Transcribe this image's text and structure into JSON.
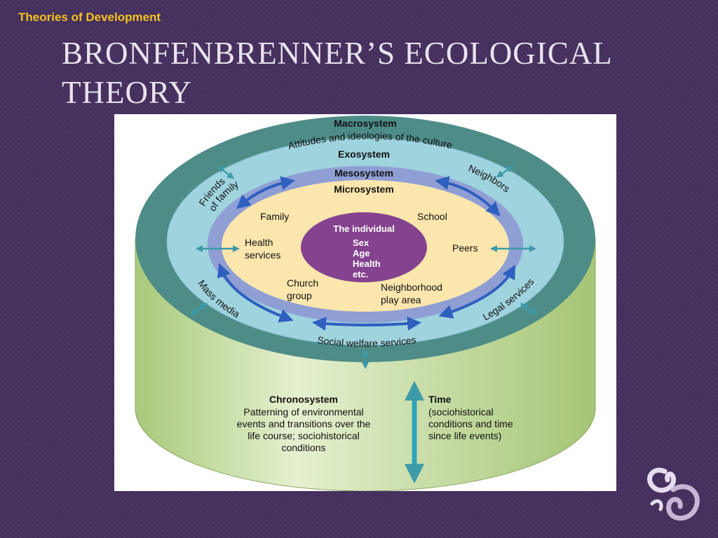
{
  "slide": {
    "section_label": "Theories of Development",
    "title": "Bronfenbrenner’s Ecological Theory"
  },
  "diagram": {
    "macrosystem": {
      "label": "Macrosystem",
      "description": "Attitudes and ideologies of the culture"
    },
    "exosystem": {
      "label": "Exosystem",
      "items": [
        "Friends of family",
        "Neighbors",
        "Mass media",
        "Legal services",
        "Social welfare services"
      ]
    },
    "mesosystem": {
      "label": "Mesosystem"
    },
    "microsystem": {
      "label": "Microsystem",
      "items": [
        "Family",
        "School",
        "Health services",
        "Peers",
        "Church group",
        "Neighborhood play area"
      ]
    },
    "individual": {
      "label": "The individual",
      "traits": [
        "Sex",
        "Age",
        "Health",
        "etc."
      ]
    },
    "chronosystem": {
      "label": "Chronosystem",
      "description": [
        "Patterning of environmental",
        "events and transitions over the",
        "life course; sociohistorical",
        "conditions"
      ]
    },
    "time": {
      "label": "Time",
      "description": [
        "(sociohistorical",
        "conditions and time",
        "since life events)"
      ]
    },
    "colors": {
      "macro": "#4e8c88",
      "exo": "#9fd3de",
      "meso": "#8f9fd4",
      "micro": "#fbe6ad",
      "individual": "#84428f",
      "cylinder": "#c3dd9a",
      "arrow": "#2f5fbf"
    }
  }
}
